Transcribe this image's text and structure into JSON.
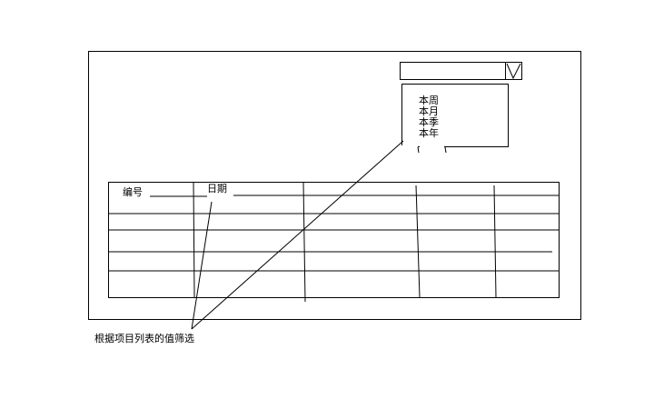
{
  "period_filter": {
    "options": [
      "本周",
      "本月",
      "本季",
      "本年"
    ]
  },
  "table": {
    "columns": [
      "编号",
      "日期"
    ]
  },
  "annotation": {
    "text": "根据项目列表的值筛选"
  }
}
